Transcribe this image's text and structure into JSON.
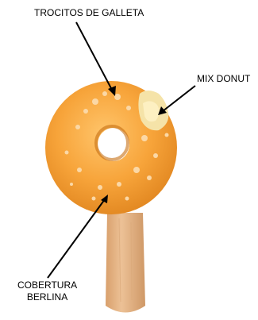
{
  "labels": {
    "crumbs": "TROCITOS DE GALLETA",
    "mix_donut": "MIX DONUT",
    "coating_line1": "COBERTURA",
    "coating_line2": "BERLINA"
  },
  "colors": {
    "coating": "#f7a43a",
    "coating_shadow": "#e0851f",
    "coating_highlight": "#ffc56b",
    "crumb": "#fbd8a6",
    "stick": "#e7b889",
    "stick_shadow": "#cf9866",
    "bite_inside": "#f5e3a8",
    "arrow": "#000000"
  },
  "icons": {
    "product": "ice-cream-donut-image"
  }
}
